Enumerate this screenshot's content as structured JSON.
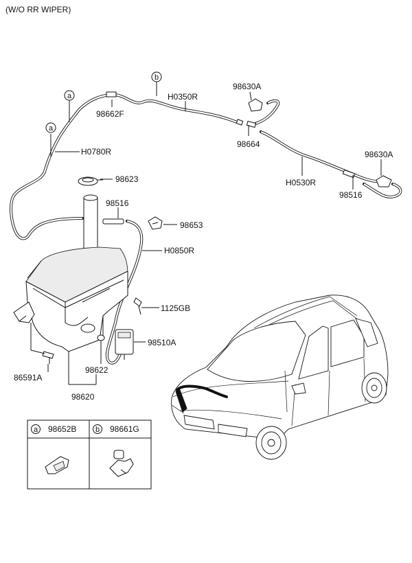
{
  "header": {
    "variant": "(W/O RR WIPER)"
  },
  "callouts": {
    "a": "a",
    "b": "b"
  },
  "labels": {
    "p98630A_top": "98630A",
    "pH0350R": "H0350R",
    "p98662F": "98662F",
    "p98664": "98664",
    "pH0780R": "H0780R",
    "p98630A_right": "98630A",
    "pH0530R": "H0530R",
    "p98516_right": "98516",
    "p98623": "98623",
    "p98516_mid": "98516",
    "p98653": "98653",
    "pH0850R": "H0850R",
    "p1125GB": "1125GB",
    "p98510A": "98510A",
    "p86591A": "86591A",
    "p98622": "98622",
    "p98620": "98620"
  },
  "legend": {
    "a_code": "98652B",
    "b_code": "98661G"
  }
}
